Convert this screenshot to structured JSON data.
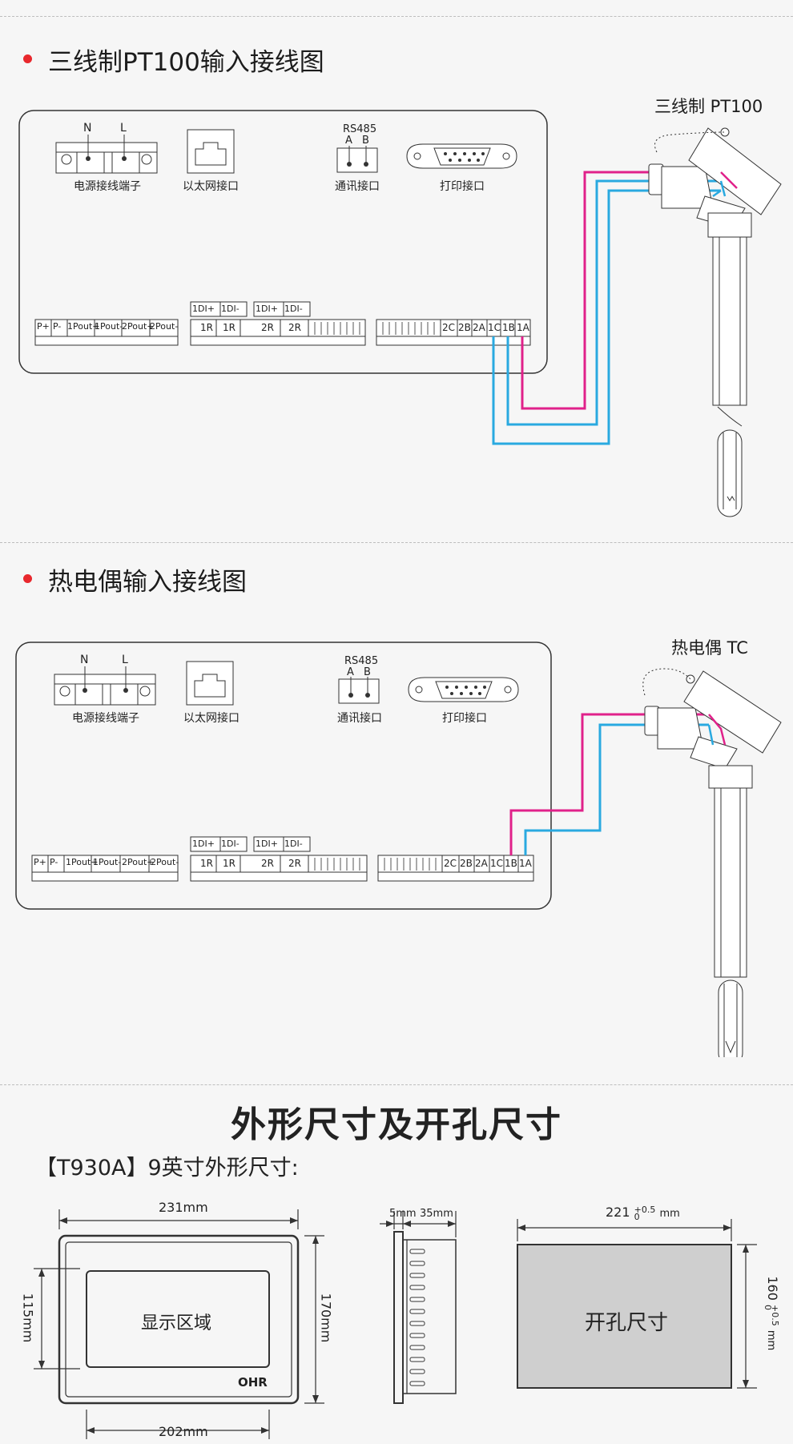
{
  "section_pt100": {
    "heading": "三线制PT100输入接线图",
    "sensor_label": "三线制 PT100"
  },
  "section_tc": {
    "heading": "热电偶输入接线图",
    "sensor_label": "热电偶 TC"
  },
  "panel": {
    "power_label": "电源接线端子",
    "power_terminals": [
      "N",
      "L"
    ],
    "ethernet_label": "以太网接口",
    "comm_label": "通讯接口",
    "rs485": "RS485",
    "rs485_pins": [
      "A",
      "B"
    ],
    "print_label": "打印接口",
    "left_terminals": [
      "P+",
      "P-",
      "1Pout+",
      "1Pout-",
      "2Pout+",
      "2Pout-"
    ],
    "relay_top": [
      "1DI+",
      "1DI-",
      "1DI+",
      "1DI-"
    ],
    "relay_bottom": [
      "1R",
      "1R",
      "2R",
      "2R"
    ],
    "input_terminals": [
      "2C",
      "2B",
      "2A",
      "1C",
      "1B",
      "1A"
    ]
  },
  "dimensions": {
    "title": "外形尺寸及开孔尺寸",
    "subtitle": "【T930A】9英寸外形尺寸:",
    "front_width": "231mm",
    "front_height": "170mm",
    "display_height": "115mm",
    "display_width": "202mm",
    "display_label": "显示区域",
    "brand": "OHR",
    "side_bezel": "5mm",
    "side_depth": "35mm",
    "cutout_width": "221",
    "cutout_height": "160",
    "tol_plus": "+0.5",
    "tol_zero": "0",
    "unit": "mm",
    "cutout_label": "开孔尺寸"
  },
  "colors": {
    "magenta": "#e0218a",
    "cyan": "#29a9e0"
  }
}
